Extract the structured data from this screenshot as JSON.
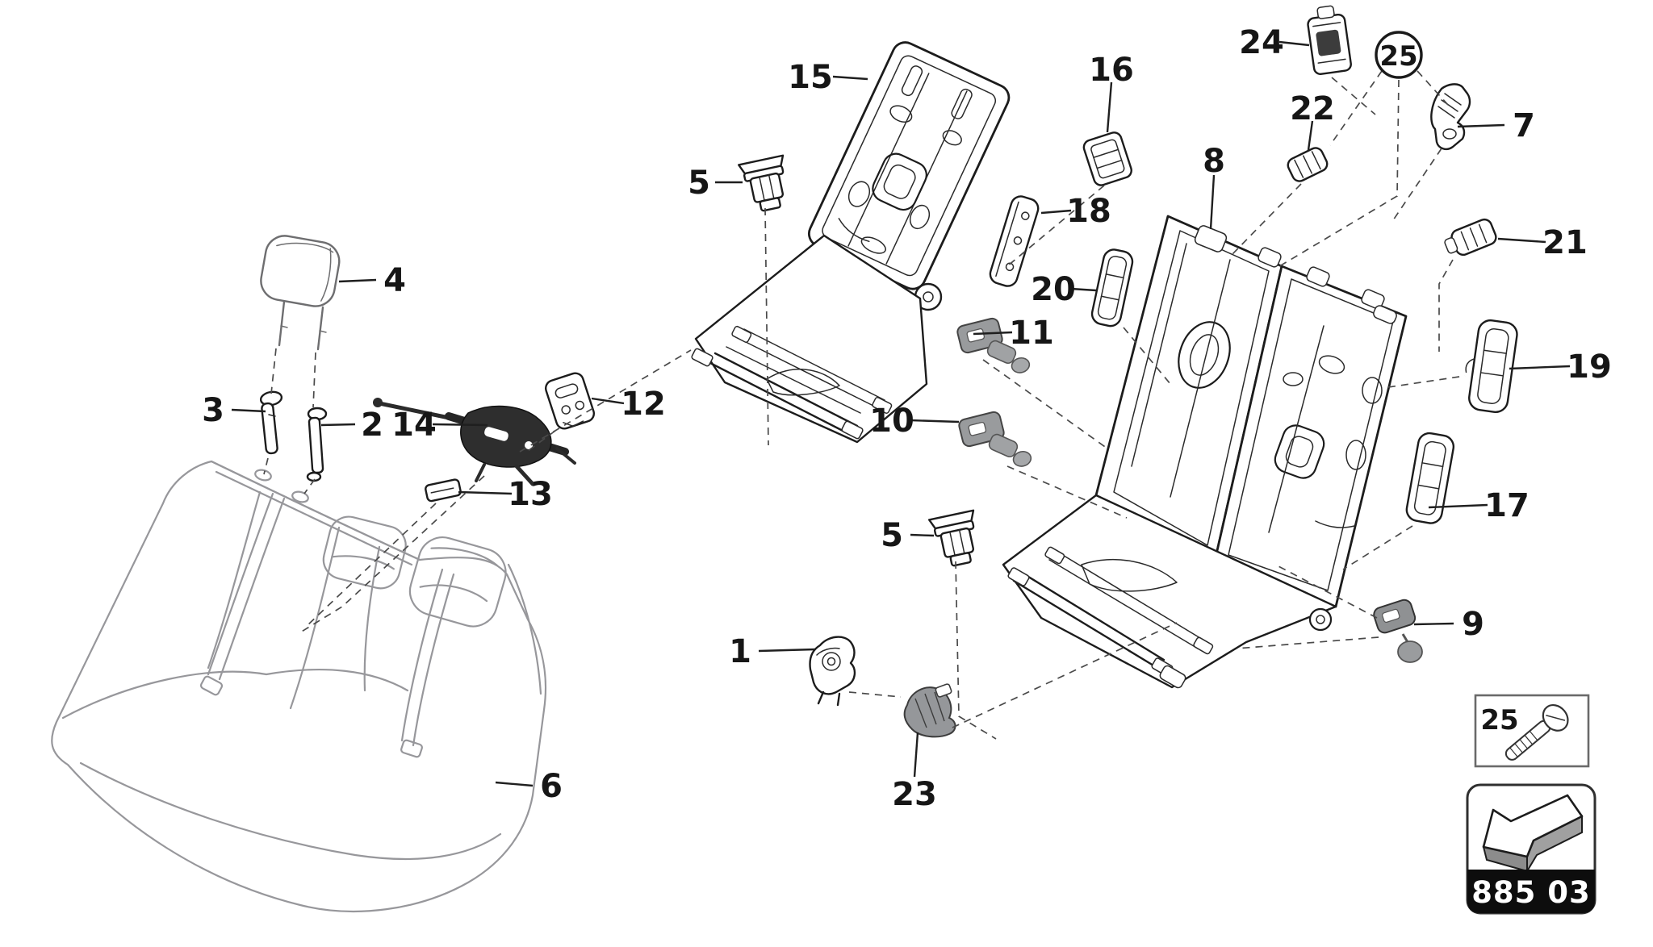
{
  "diagram": {
    "type": "exploded-parts-diagram",
    "subject": "Rear seat bench, backrest frames and fittings",
    "callouts": [
      {
        "label": "15"
      },
      {
        "label": "16"
      },
      {
        "label": "5"
      },
      {
        "label": "18"
      },
      {
        "label": "20"
      },
      {
        "label": "24"
      },
      {
        "label": "25"
      },
      {
        "label": "22"
      },
      {
        "label": "7"
      },
      {
        "label": "8"
      },
      {
        "label": "21"
      },
      {
        "label": "11"
      },
      {
        "label": "19"
      },
      {
        "label": "4"
      },
      {
        "label": "12"
      },
      {
        "label": "3"
      },
      {
        "label": "10"
      },
      {
        "label": "2"
      },
      {
        "label": "14"
      },
      {
        "label": "13"
      },
      {
        "label": "17"
      },
      {
        "label": "5"
      },
      {
        "label": "9"
      },
      {
        "label": "1"
      },
      {
        "label": "6"
      },
      {
        "label": "23"
      }
    ],
    "colors": {
      "line": "#1c1c1c",
      "soft_line": "#97979b",
      "dash_line": "#4a4a4a",
      "part_gray": "#95979a",
      "dark_part": "#2e2e2e",
      "background": "#ffffff"
    }
  },
  "legend": {
    "fastener_box": {
      "label": "25",
      "icon": "screw-icon"
    },
    "group_box": {
      "code": "885 03",
      "icon": "fold-direction-arrow-icon"
    }
  }
}
